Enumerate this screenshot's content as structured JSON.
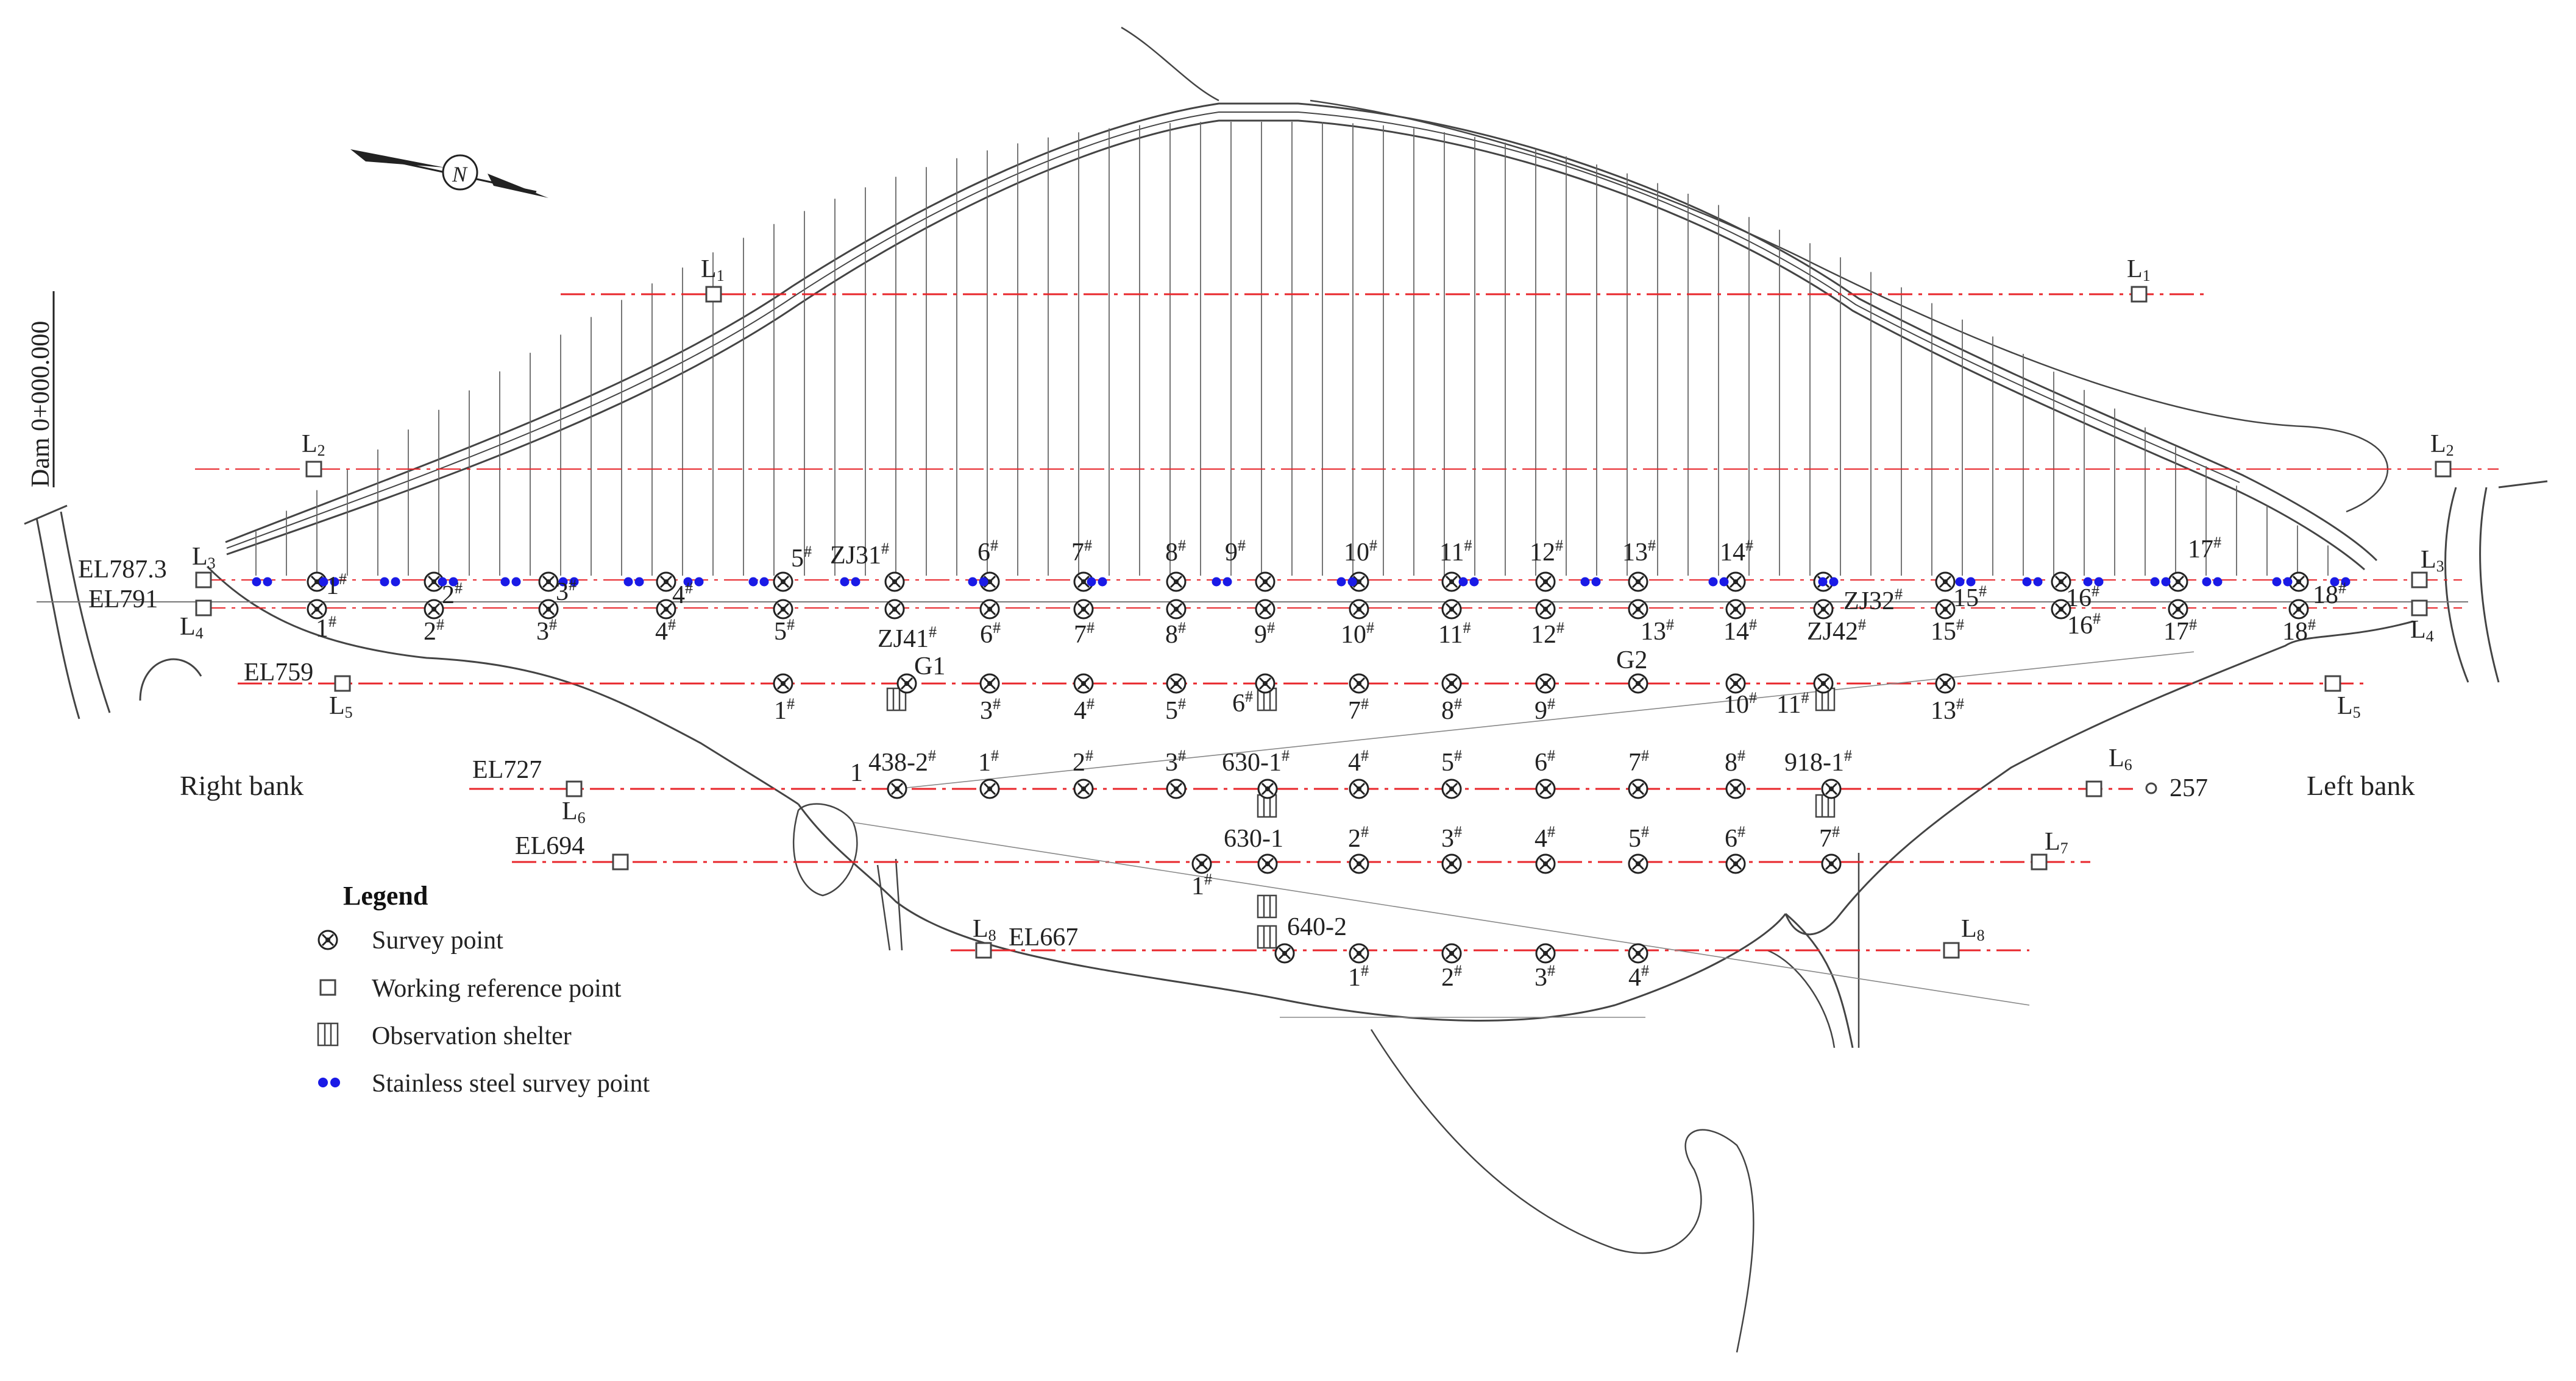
{
  "colors": {
    "reference_line": "#e8262b",
    "stainless": "#1a1ae6",
    "outline": "#444444"
  },
  "station": "Dam 0+000.000",
  "north": "N",
  "banks": {
    "right": "Right bank",
    "left": "Left bank"
  },
  "elevations": {
    "el787": "EL787.3",
    "el791": "EL791",
    "el759": "EL759",
    "el727": "EL727",
    "el694": "EL694",
    "el667": "EL667"
  },
  "refs": {
    "L1": {
      "main": "L",
      "sub": "1"
    },
    "L2": {
      "main": "L",
      "sub": "2"
    },
    "L3": {
      "main": "L",
      "sub": "3"
    },
    "L4": {
      "main": "L",
      "sub": "4"
    },
    "L5": {
      "main": "L",
      "sub": "5"
    },
    "L6": {
      "main": "L",
      "sub": "6"
    },
    "L7": {
      "main": "L",
      "sub": "7"
    },
    "L8": {
      "main": "L",
      "sub": "8"
    }
  },
  "special": {
    "zj31": "ZJ31",
    "zj41": "ZJ41",
    "zj32": "ZJ32",
    "zj42": "ZJ42",
    "g1": "G1",
    "g2": "G2",
    "p438": "438-2",
    "p630a": "630-1",
    "p630b": "630-1",
    "p918": "918-1",
    "p640": "640-2",
    "one": "1",
    "p257": "257"
  },
  "mark": "#",
  "legend": {
    "title": "Legend",
    "survey": "Survey point",
    "working": "Working reference point",
    "shelter": "Observation shelter",
    "stainless": "Stainless steel survey point"
  }
}
